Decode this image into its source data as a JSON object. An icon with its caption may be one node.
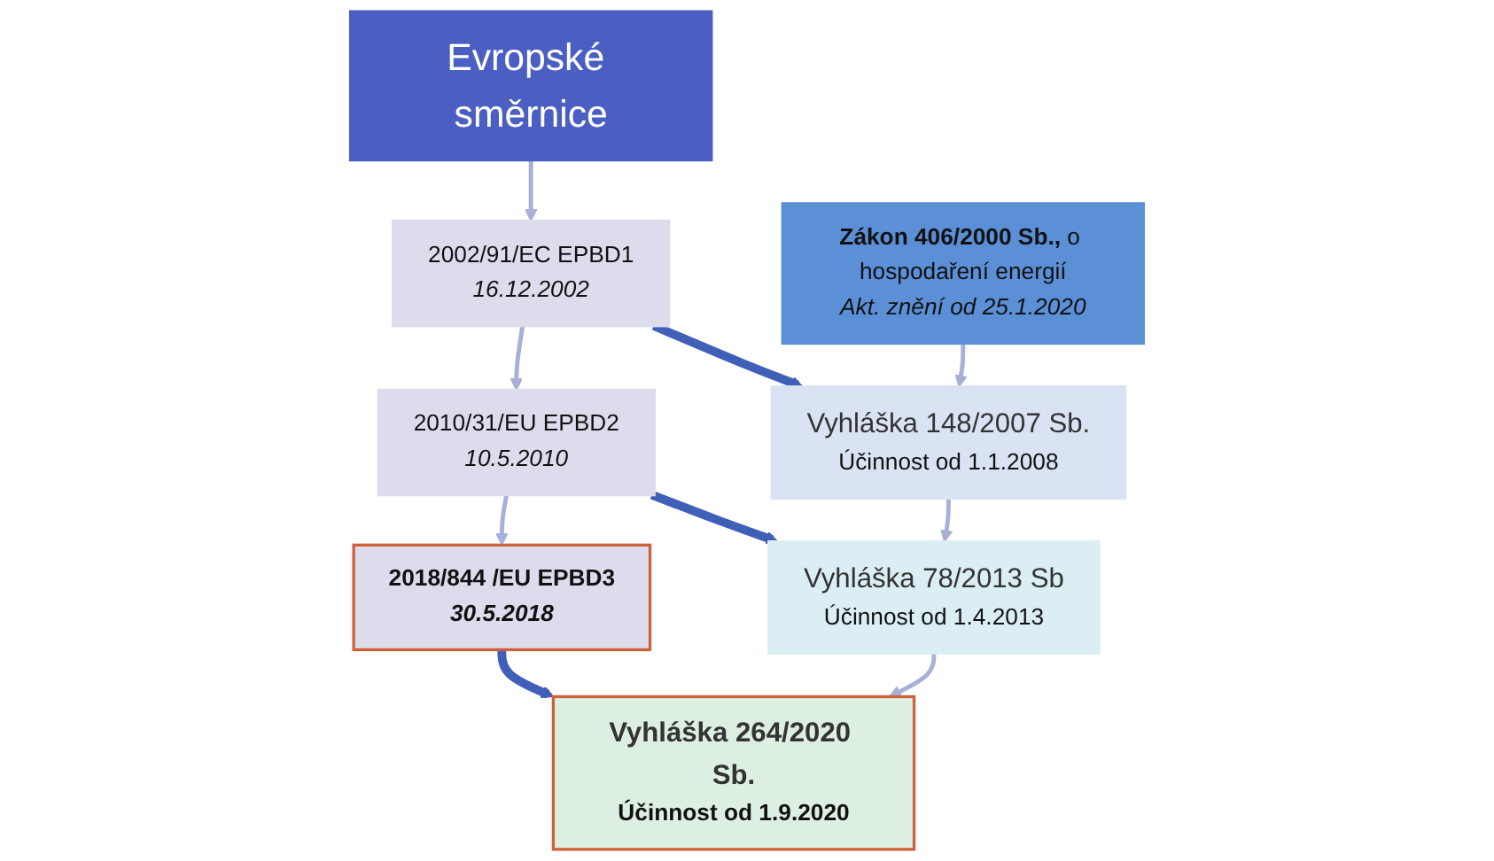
{
  "diagram": {
    "nodes": [
      {
        "text": [
          "Evropské směrnice"
        ]
      },
      {
        "text": [
          "2002/91/EC EPBD1",
          "16.12.2002"
        ]
      },
      {
        "text": [
          "2010/31/EU EPBD2",
          "10.5.2010"
        ]
      },
      {
        "text": [
          "2018/844 /EU EPBD3",
          "30.5.2018"
        ]
      },
      {
        "text": [
          "**Zákon 406/2000 Sb.,** o hospodaření energií",
          "Akt. znění od 25.1.2020"
        ]
      },
      {
        "text": [
          "Vyhláška 148/2007 Sb.",
          "Účinnost od 1.1.2008"
        ]
      },
      {
        "text": [
          "Vyhláška 78/2013 Sb",
          "Účinnost od 1.4.2013"
        ]
      },
      {
        "text": [
          "Vyhláška 264/2020 Sb.",
          "Účinnost od 1.9.2020"
        ]
      }
    ],
    "edges": [
      {
        "from": 0,
        "to": 1,
        "arrow": "to"
      },
      {
        "from": 1,
        "to": 2,
        "arrow": "to"
      },
      {
        "from": 2,
        "to": 3,
        "arrow": "to"
      },
      {
        "from": 1,
        "to": 5,
        "arrow": "to",
        "style": "thick",
        "color": "#3f5fb8"
      },
      {
        "from": 2,
        "to": 6,
        "arrow": "to",
        "style": "thick",
        "color": "#3f5fb8"
      },
      {
        "from": 3,
        "to": 7,
        "arrow": "to",
        "style": "thick",
        "color": "#3f5fb8"
      },
      {
        "from": 4,
        "to": 5,
        "arrow": "to"
      },
      {
        "from": 5,
        "to": 6,
        "arrow": "to"
      },
      {
        "from": 6,
        "to": 7,
        "arrow": "to"
      }
    ]
  }
}
